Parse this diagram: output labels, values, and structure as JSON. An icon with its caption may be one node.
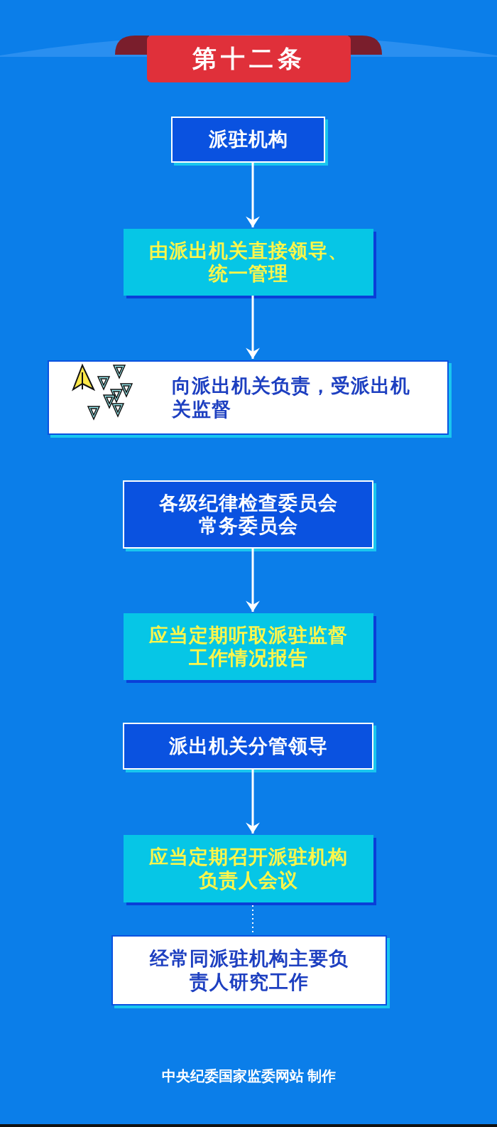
{
  "diagram": {
    "nodes": [
      {
        "text": [
          "第十二条"
        ]
      },
      {
        "text": [
          "派驻机构"
        ]
      },
      {
        "text": [
          "由派出机关直接领导、统一管理"
        ]
      },
      {
        "text": [
          "向派出机关负责，受派出机关监督"
        ]
      },
      {
        "text": [
          "各级纪律检查委员会常务委员会"
        ]
      },
      {
        "text": [
          "应当定期听取派驻监督工作情况报告"
        ]
      },
      {
        "text": [
          "派出机关分管领导"
        ]
      },
      {
        "text": [
          "应当定期召开派驻机构负责人会议"
        ]
      },
      {
        "text": [
          "经常同派驻机构主要负责人研究工作"
        ]
      }
    ],
    "edges": [
      {
        "from": 1,
        "to": 2,
        "arrow": "to"
      },
      {
        "from": 2,
        "to": 3,
        "arrow": "to"
      },
      {
        "from": 4,
        "to": 5,
        "arrow": "to"
      },
      {
        "from": 6,
        "to": 7,
        "arrow": "to"
      },
      {
        "from": 7,
        "to": 8,
        "arrow": "none",
        "style": "dashed"
      }
    ],
    "labels": [
      "中央纪委国家监委网站 制作"
    ]
  }
}
